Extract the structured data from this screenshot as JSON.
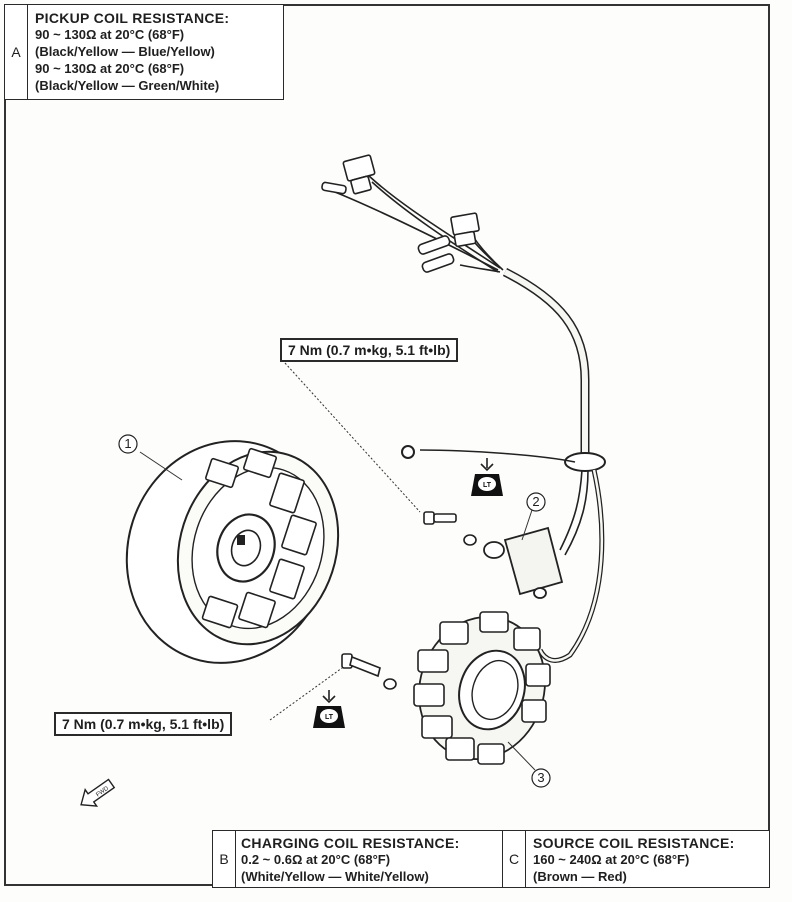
{
  "pickup_coil": {
    "letter": "A",
    "title": "PICKUP COIL RESISTANCE:",
    "line1": "90 ~ 130Ω at 20°C (68°F)",
    "line2": "(Black/Yellow — Blue/Yellow)",
    "line3": "90 ~ 130Ω at 20°C (68°F)",
    "line4": "(Black/Yellow — Green/White)"
  },
  "charging_coil": {
    "letter": "B",
    "title": "CHARGING COIL RESISTANCE:",
    "line1": "0.2 ~ 0.6Ω at 20°C (68°F)",
    "line2": "(White/Yellow — White/Yellow)"
  },
  "source_coil": {
    "letter": "C",
    "title": "SOURCE COIL RESISTANCE:",
    "line1": "160 ~ 240Ω at 20°C (68°F)",
    "line2": "(Brown — Red)"
  },
  "torque_upper": "7 Nm (0.7 m•kg, 5.1 ft•lb)",
  "torque_lower": "7 Nm (0.7 m•kg, 5.1 ft•lb)",
  "callouts": {
    "flywheel": "1",
    "pickup_coil": "2",
    "stator": "3"
  },
  "lt_label": "LT",
  "fwd_label": "FWD"
}
